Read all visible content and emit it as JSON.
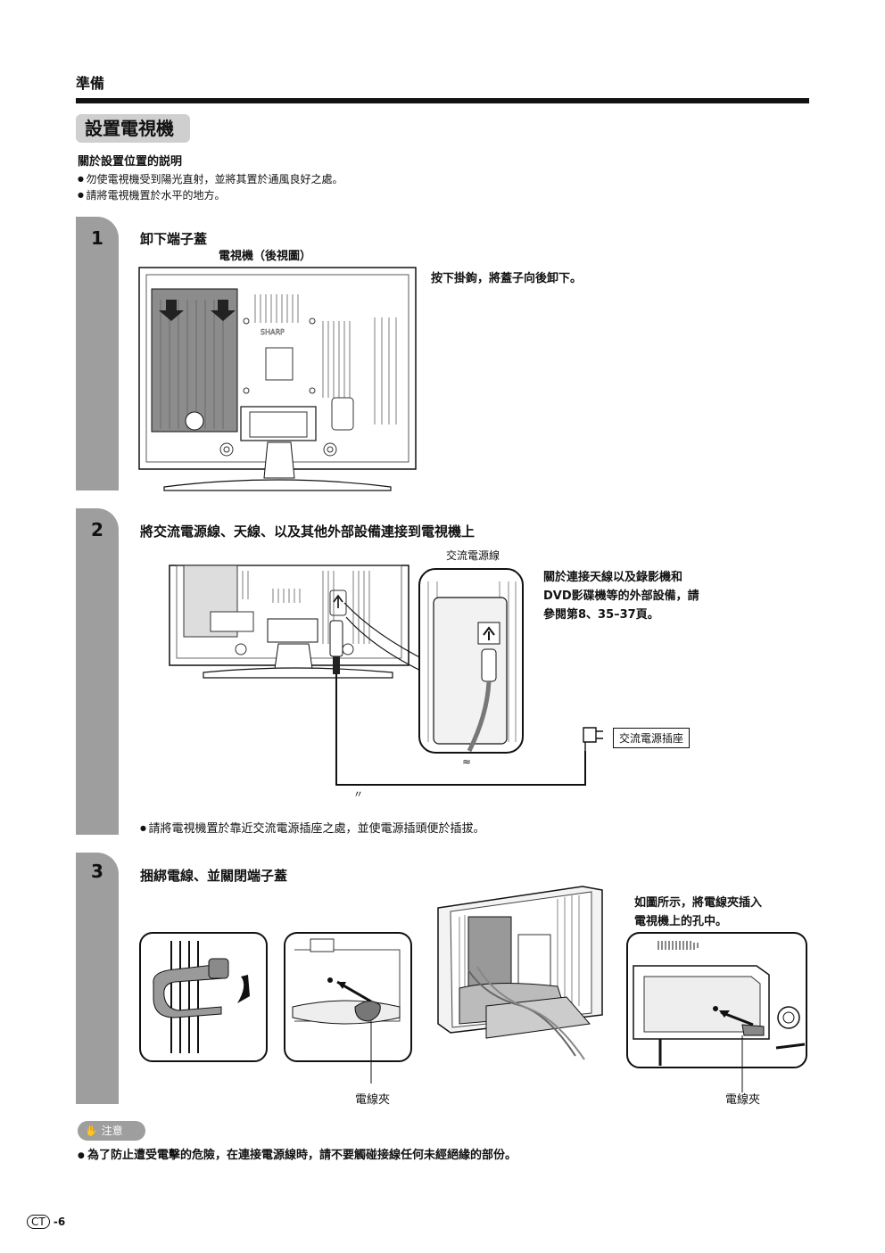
{
  "header": {
    "section": "準備",
    "title": "設置電視機"
  },
  "placement": {
    "heading": "關於設置位置的説明",
    "bullets": [
      "勿使電視機受到陽光直射，並將其置於通風良好之處。",
      "請將電視機置於水平的地方。"
    ]
  },
  "steps": [
    {
      "number": "1",
      "title": "卸下端子蓋",
      "figure_caption": "電視機（後視圖）",
      "brand": "SHARP",
      "instruction": "按下掛鉤，將蓋子向後卸下。"
    },
    {
      "number": "2",
      "title": "將交流電源線、天線、以及其他外部設備連接到電視機上",
      "power_cord_label": "交流電源線",
      "outlet_label": "交流電源插座",
      "instruction_lines": [
        "關於連接天線以及錄影機和",
        "DVD影碟機等的外部設備，請",
        "參閱第8、35–37頁。"
      ],
      "note": "請將電視機置於靠近交流電源插座之處，並使電源插頭便於插拔。"
    },
    {
      "number": "3",
      "title": "捆綁電線、並關閉端子蓋",
      "instruction_lines": [
        "如圖所示，將電線夾插入",
        "電視機上的孔中。"
      ],
      "clip_label_left": "電線夾",
      "clip_label_right": "電線夾"
    }
  ],
  "caution": {
    "label": "注意",
    "text": "為了防止遭受電擊的危險，在連接電源線時，請不要觸碰接線任何未經絕緣的部份。"
  },
  "footer": {
    "region": "CT",
    "page": "-6"
  }
}
